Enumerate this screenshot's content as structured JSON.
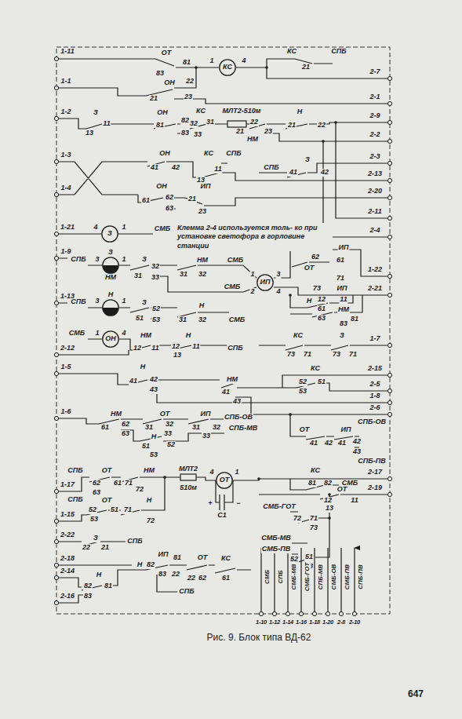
{
  "diagram": {
    "caption": "Рис. 9. Блок типа ВД-62",
    "nodes": [
      {
        "text": [
          "КС"
        ]
      },
      {
        "text": [
          "З"
        ]
      },
      {
        "text": [
          "З",
          "НМ"
        ]
      },
      {
        "text": [
          "Н"
        ]
      },
      {
        "text": [
          "ОН"
        ]
      },
      {
        "text": [
          "ИП"
        ]
      },
      {
        "text": [
          "ОТ"
        ]
      }
    ],
    "labels": [
      "1-11",
      "ОТ",
      "81",
      "83",
      "1",
      "4",
      "КС",
      "21",
      "СПБ",
      "2-7",
      "1-1",
      "22",
      "21",
      "23",
      "2-1",
      "ОН",
      "1-2",
      "З",
      "11",
      "13",
      "ОН",
      "81",
      "82",
      "83",
      "КС",
      "МЛТ2-510м",
      "32",
      "31",
      "33",
      "22",
      "21",
      "НМ",
      "23",
      "Н",
      "21",
      "22",
      "2-9",
      "2-2",
      "1-3",
      "ОН",
      "41",
      "42",
      "КС",
      "СПБ",
      "11",
      "13",
      "СПБ",
      "З",
      "41",
      "42",
      "2-3",
      "2-13",
      "1-4",
      "ОН",
      "61",
      "62",
      "63",
      "ИП",
      "21",
      "23",
      "2-20",
      "2-11",
      "1-21",
      "4",
      "1",
      "СМБ",
      "Клемма 2-4 используется толь- ко при установке светофора в горловине станции",
      "2-4",
      "1-9",
      "СПБ",
      "3",
      "1",
      "З",
      "32",
      "31",
      "33",
      "НМ",
      "СМБ",
      "31",
      "32",
      "СМБ",
      "1",
      "2",
      "3",
      "4",
      "62",
      "ИП",
      "61",
      "ОТ",
      "71",
      "73",
      "ИП",
      "1-22",
      "2-21",
      "Н",
      "12",
      "11",
      "НМ",
      "61",
      "63",
      "81",
      "83",
      "1-13",
      "СПБ",
      "3",
      "1",
      "З",
      "52",
      "51",
      "53",
      "Н",
      "31",
      "32",
      "СМБ",
      "СМБ",
      "1",
      "4",
      "2-12",
      "НМ",
      "12",
      "11",
      "Н",
      "12",
      "13",
      "11",
      "СПБ",
      "КС",
      "73",
      "71",
      "З",
      "73",
      "71",
      "1-7",
      "2-15",
      "КС",
      "52",
      "53",
      "51",
      "2-5",
      "1-8",
      "2-6",
      "1-5",
      "Н",
      "41",
      "42",
      "43",
      "НМ",
      "41",
      "43",
      "1-6",
      "НМ",
      "61",
      "62",
      "63",
      "ОТ",
      "32",
      "31",
      "33",
      "Н",
      "51",
      "52",
      "53",
      "ИП",
      "31",
      "32",
      "33",
      "СПБ-ОВ",
      "СПБ-МВ",
      "ОТ",
      "ИП",
      "СПБ-ОВ",
      "41",
      "42",
      "41",
      "42",
      "43",
      "СПБ-ПВ",
      "СПБ",
      "ОТ",
      "НМ",
      "МЛТ2",
      "510м",
      "4",
      "1",
      "1-17",
      "62",
      "63",
      "61",
      "71",
      "72",
      "С1",
      "+",
      "−",
      "КС",
      "81",
      "82",
      "СМБ",
      "2-17",
      "2-19",
      "ОТ",
      "12",
      "13",
      "11",
      "СПБ",
      "ОТ",
      "Н",
      "52",
      "51",
      "71",
      "53",
      "72",
      "1-15",
      "СМБ-ГОТ",
      "72",
      "71",
      "73",
      "2-22",
      "З",
      "22",
      "21",
      "СПБ",
      "СМБ-МВ",
      "СМБ-ПВ",
      "52",
      "51",
      "53",
      "2-18",
      "ИП",
      "Н",
      "82",
      "81",
      "83",
      "22",
      "ОТ",
      "КС",
      "22",
      "62",
      "61",
      "СПБ",
      "2-14",
      "Н",
      "82",
      "81",
      "83",
      "2-16",
      "СМБ",
      "СПБ",
      "СМБ-МВ",
      "СМБ-ГОТ",
      "СПБ-МВ",
      "СМБ-ОВ",
      "СМБ-ПВ",
      "СПБ-ПВ",
      "1-10",
      "1-12",
      "1-14",
      "1-16",
      "1-18",
      "1-20",
      "2-8",
      "2-10",
      "647"
    ]
  }
}
